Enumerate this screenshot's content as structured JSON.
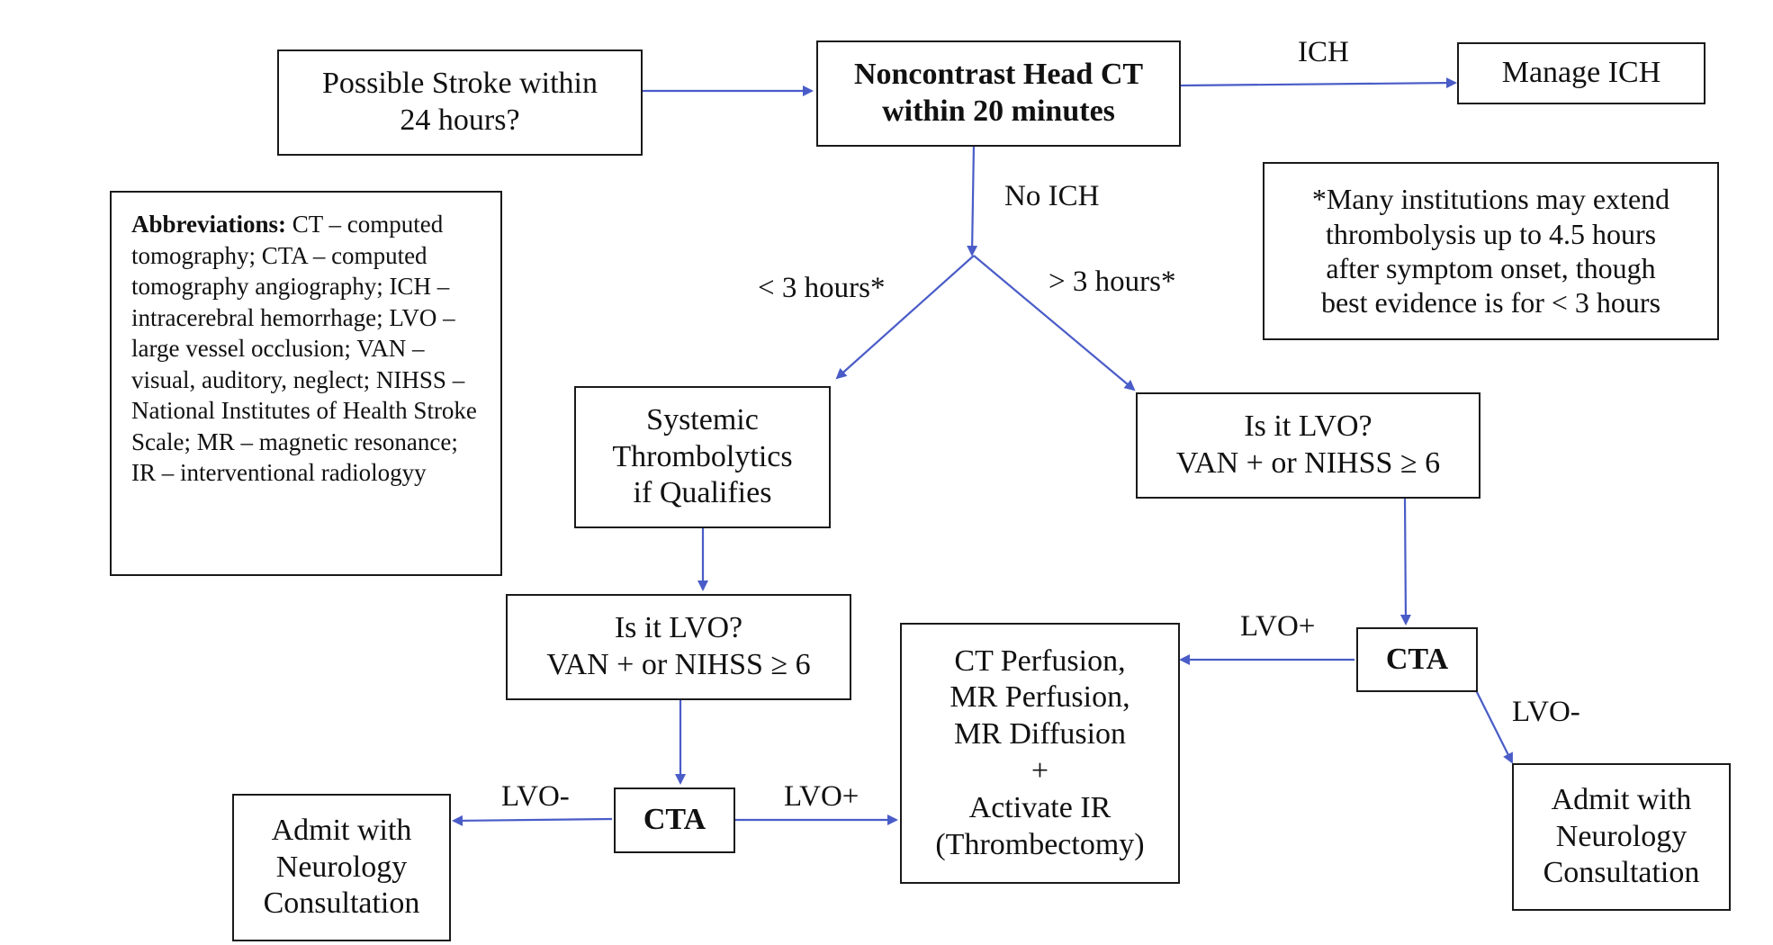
{
  "nodes": {
    "start": {
      "lines": [
        "Possible Stroke within",
        "24 hours?"
      ]
    },
    "head_ct": {
      "lines": [
        "Noncontrast Head CT",
        "within 20 minutes"
      ]
    },
    "manage_ich": {
      "lines": [
        "Manage ICH"
      ]
    },
    "thrombolysis_note": {
      "lines": [
        "*Many institutions may extend",
        "thrombolysis up to 4.5 hours",
        "after symptom onset, though",
        "best evidence is for < 3 hours"
      ]
    },
    "abbreviations": {
      "heading": "Abbreviations:",
      "text": " CT – computed tomography; CTA – computed tomography angiography; ICH – intracerebral hemorrhage; LVO – large vessel occlusion; VAN – visual, auditory, neglect; NIHSS – National Institutes of Health Stroke Scale; MR – magnetic resonance; IR – interventional radiologyy"
    },
    "systemic": {
      "lines": [
        "Systemic",
        "Thrombolytics",
        "if Qualifies"
      ]
    },
    "lvo_left": {
      "lines": [
        "Is it LVO?",
        "VAN + or NIHSS ≥ 6"
      ]
    },
    "lvo_right": {
      "lines": [
        "Is it LVO?",
        "VAN + or NIHSS ≥ 6"
      ]
    },
    "cta_left": {
      "lines": [
        "CTA"
      ]
    },
    "cta_right": {
      "lines": [
        "CTA"
      ]
    },
    "perfusion": {
      "lines": [
        "CT Perfusion,",
        "MR Perfusion,",
        "MR Diffusion",
        "+",
        "Activate IR",
        "(Thrombectomy)"
      ]
    },
    "admit_left": {
      "lines": [
        "Admit with",
        "Neurology",
        "Consultation"
      ]
    },
    "admit_right": {
      "lines": [
        "Admit with",
        "Neurology",
        "Consultation"
      ]
    }
  },
  "edge_labels": {
    "ich": "ICH",
    "no_ich": "No ICH",
    "lt3": "< 3 hours*",
    "gt3": "> 3 hours*",
    "lvo_plus_right": "LVO+",
    "lvo_minus_right": "LVO-",
    "lvo_minus_left": "LVO-",
    "lvo_plus_left": "LVO+"
  },
  "colors": {
    "arrow": "#4a5cc7",
    "border": "#1a1a1a"
  }
}
